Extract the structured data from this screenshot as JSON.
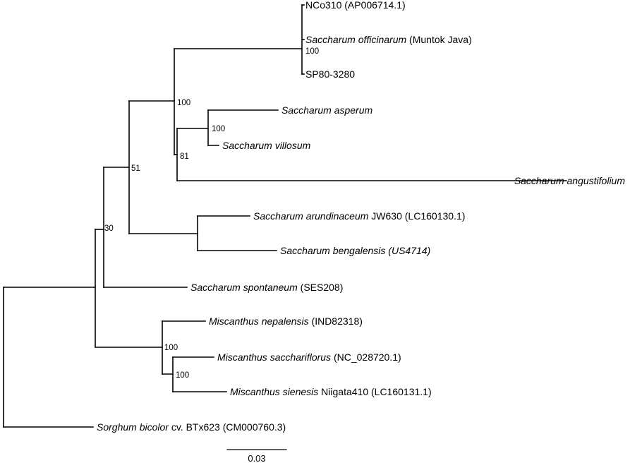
{
  "taxa": [
    {
      "parts": [
        {
          "text": "NCo310 (AP006714.1)",
          "italic": false
        }
      ]
    },
    {
      "parts": [
        {
          "text": "Saccharum officinarum",
          "italic": true
        },
        {
          "text": " (Muntok Java)",
          "italic": false
        }
      ]
    },
    {
      "parts": [
        {
          "text": "SP80-3280",
          "italic": false
        }
      ]
    },
    {
      "parts": [
        {
          "text": "Saccharum asperum",
          "italic": true
        }
      ]
    },
    {
      "parts": [
        {
          "text": "Saccharum villosum",
          "italic": true
        }
      ]
    },
    {
      "parts": [
        {
          "text": "Saccharum angustifolium",
          "italic": true
        }
      ]
    },
    {
      "parts": [
        {
          "text": "Saccharum arundinaceum",
          "italic": true
        },
        {
          "text": " JW630 (LC160130.1)",
          "italic": false
        }
      ]
    },
    {
      "parts": [
        {
          "text": "Saccharum bengalensis (US4714)",
          "italic": true
        }
      ]
    },
    {
      "parts": [
        {
          "text": "Saccharum spontaneum",
          "italic": true
        },
        {
          "text": " (SES208)",
          "italic": false
        }
      ]
    },
    {
      "parts": [
        {
          "text": "Miscanthus nepalensis",
          "italic": true
        },
        {
          "text": " (IND82318)",
          "italic": false
        }
      ]
    },
    {
      "parts": [
        {
          "text": "Miscanthus sacchariflorus",
          "italic": true
        },
        {
          "text": " (NC_028720.1)",
          "italic": false
        }
      ]
    },
    {
      "parts": [
        {
          "text": "Miscanthus sienesis",
          "italic": true
        },
        {
          "text": " Niigata410 (LC160131.1)",
          "italic": false
        }
      ]
    },
    {
      "parts": [
        {
          "text": "Sorghum bicolor",
          "italic": true
        },
        {
          "text": " cv. BTx623 (CM000760.3)",
          "italic": false
        }
      ]
    }
  ],
  "support_values": [
    "100",
    "100",
    "81",
    "100",
    "51",
    "30",
    "100",
    "100"
  ],
  "scale_bar": {
    "label": "0.03",
    "value": 0.03
  }
}
